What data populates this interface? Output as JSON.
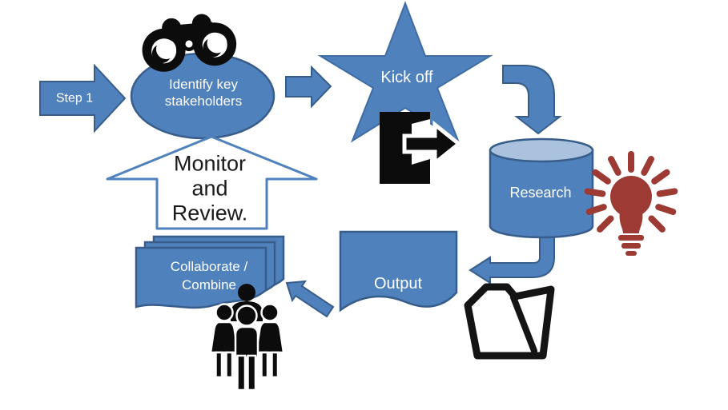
{
  "diagram": {
    "nodes": {
      "step1": {
        "label": "Step 1",
        "shape": "right-arrow"
      },
      "identify": {
        "line1": "Identify key",
        "line2": "stakeholders",
        "shape": "ellipse"
      },
      "kickoff": {
        "label": "Kick off",
        "shape": "star"
      },
      "research": {
        "label": "Research",
        "shape": "cylinder"
      },
      "output": {
        "label": "Output",
        "shape": "document"
      },
      "collaborate": {
        "line1": "Collaborate /",
        "line2": "Combine",
        "shape": "multidocument"
      },
      "monitor": {
        "line1": "Monitor",
        "line2": "and",
        "line3": "Review.",
        "shape": "up-arrow"
      }
    },
    "icons": [
      "binoculars-icon",
      "exit-door-icon",
      "lightbulb-icon",
      "open-folder-icon",
      "people-group-icon"
    ],
    "colors": {
      "shape_fill": "#4f81bd",
      "shape_border": "#385d8a",
      "cylinder_top": "#aac2de",
      "monitor_fill": "#ffffff",
      "bulb_red": "#9c3a33",
      "icon_black": "#0c0c0c",
      "label_white": "#ffffff",
      "monitor_text": "#1a1a1a"
    }
  }
}
